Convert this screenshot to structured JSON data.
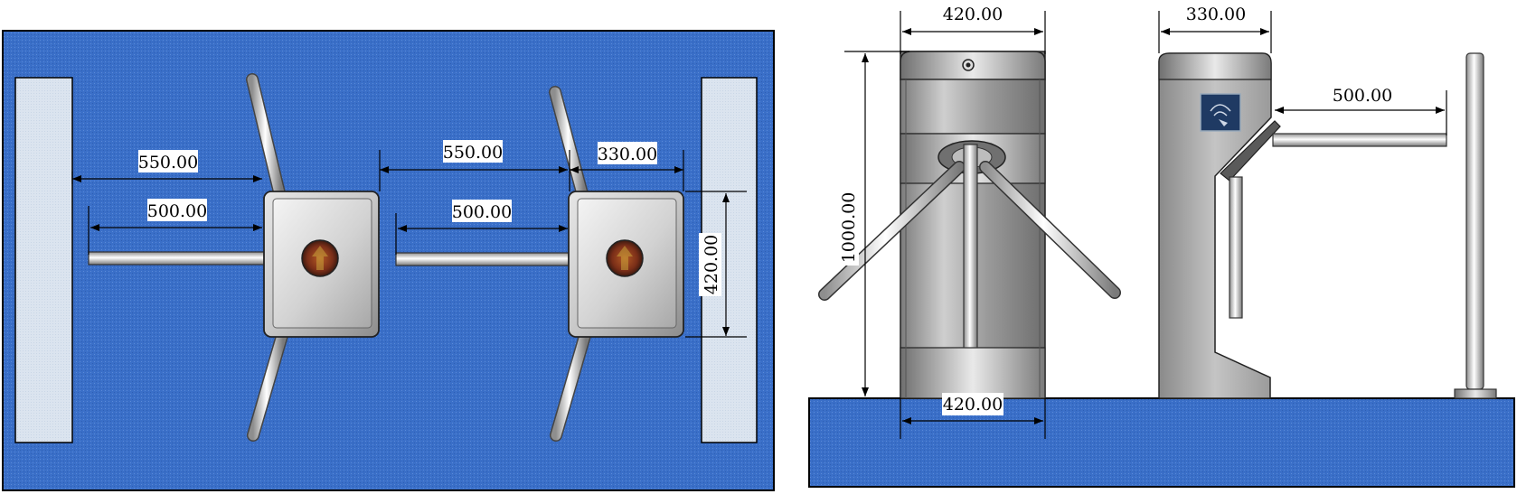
{
  "colors": {
    "floor_blue": "#3a6fc8",
    "background": "#ffffff",
    "steel": "#b8b8b8",
    "wall_panel": "#dde6f1",
    "indicator": "#8a3a20"
  },
  "icons": {
    "direction_indicator": "arrow-up-icon",
    "card_reader": "rfid-icon",
    "camera": "lens-icon"
  },
  "top_view": {
    "labels": {
      "left_reach": "550.00",
      "left_arm": "500.00",
      "middle_reach": "550.00",
      "middle_arm": "500.00",
      "cabinet_width": "330.00",
      "cabinet_depth": "420.00"
    }
  },
  "front_view": {
    "labels": {
      "top_width": "420.00",
      "height": "1000.00",
      "base_width": "420.00"
    }
  },
  "side_view": {
    "labels": {
      "depth": "330.00",
      "arm_length": "500.00"
    }
  }
}
